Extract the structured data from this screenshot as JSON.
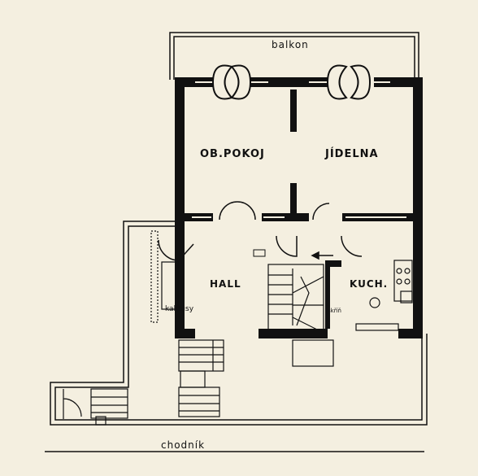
{
  "labels": {
    "balkon": "balkon",
    "living_room": "OB.POKOJ",
    "dining": "JÍDELNA",
    "hall": "HALL",
    "kitchen": "KUCH.",
    "cacti": "kaktusy",
    "cabinet": "skříň",
    "sidewalk": "chodník"
  }
}
